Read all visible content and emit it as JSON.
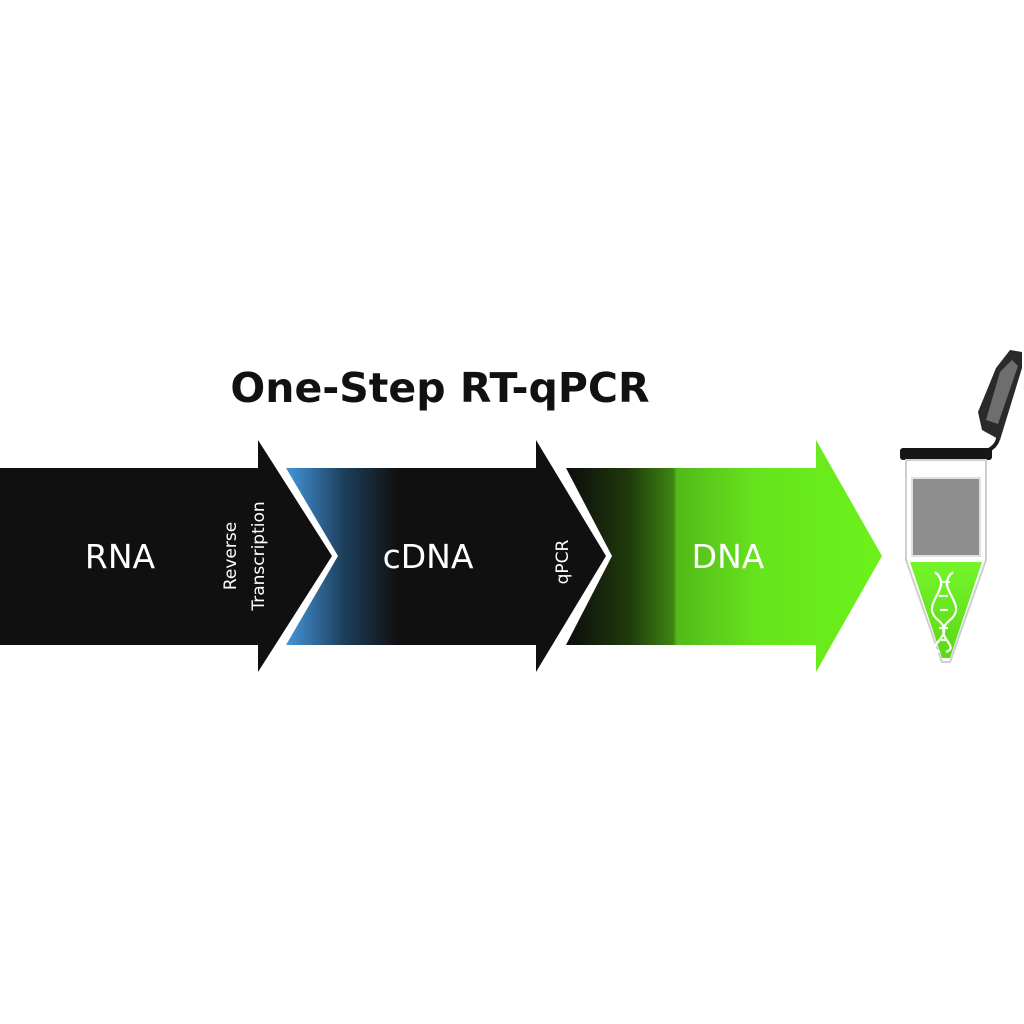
{
  "diagram": {
    "title": "One-Step RT-qPCR",
    "steps": [
      {
        "label": "RNA"
      },
      {
        "label": "cDNA"
      },
      {
        "label": "DNA"
      }
    ],
    "processes": [
      {
        "lines": [
          "Reverse",
          "Transcription"
        ]
      },
      {
        "lines": [
          "qPCR"
        ]
      }
    ],
    "icons": {
      "tube": "microcentrifuge-tube-icon",
      "dna": "dna-helix-icon"
    },
    "colors": {
      "background": "#ffffff",
      "arrow_dark": "#101010",
      "accent_blue": "#3a8fd8",
      "dna_green": "#6cf21c",
      "tube_cap": "#3a3a3a",
      "tube_window": "#8e8e8e",
      "text_light": "#ffffff",
      "title_text": "#111111"
    }
  }
}
